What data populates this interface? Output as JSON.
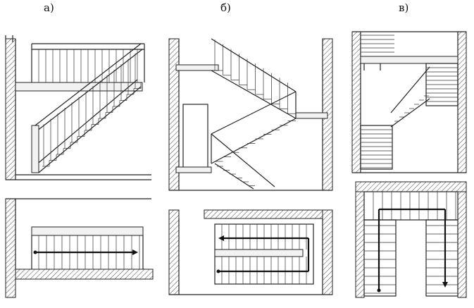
{
  "labels": {
    "a": "а)",
    "b": "б)",
    "c": "в)"
  }
}
